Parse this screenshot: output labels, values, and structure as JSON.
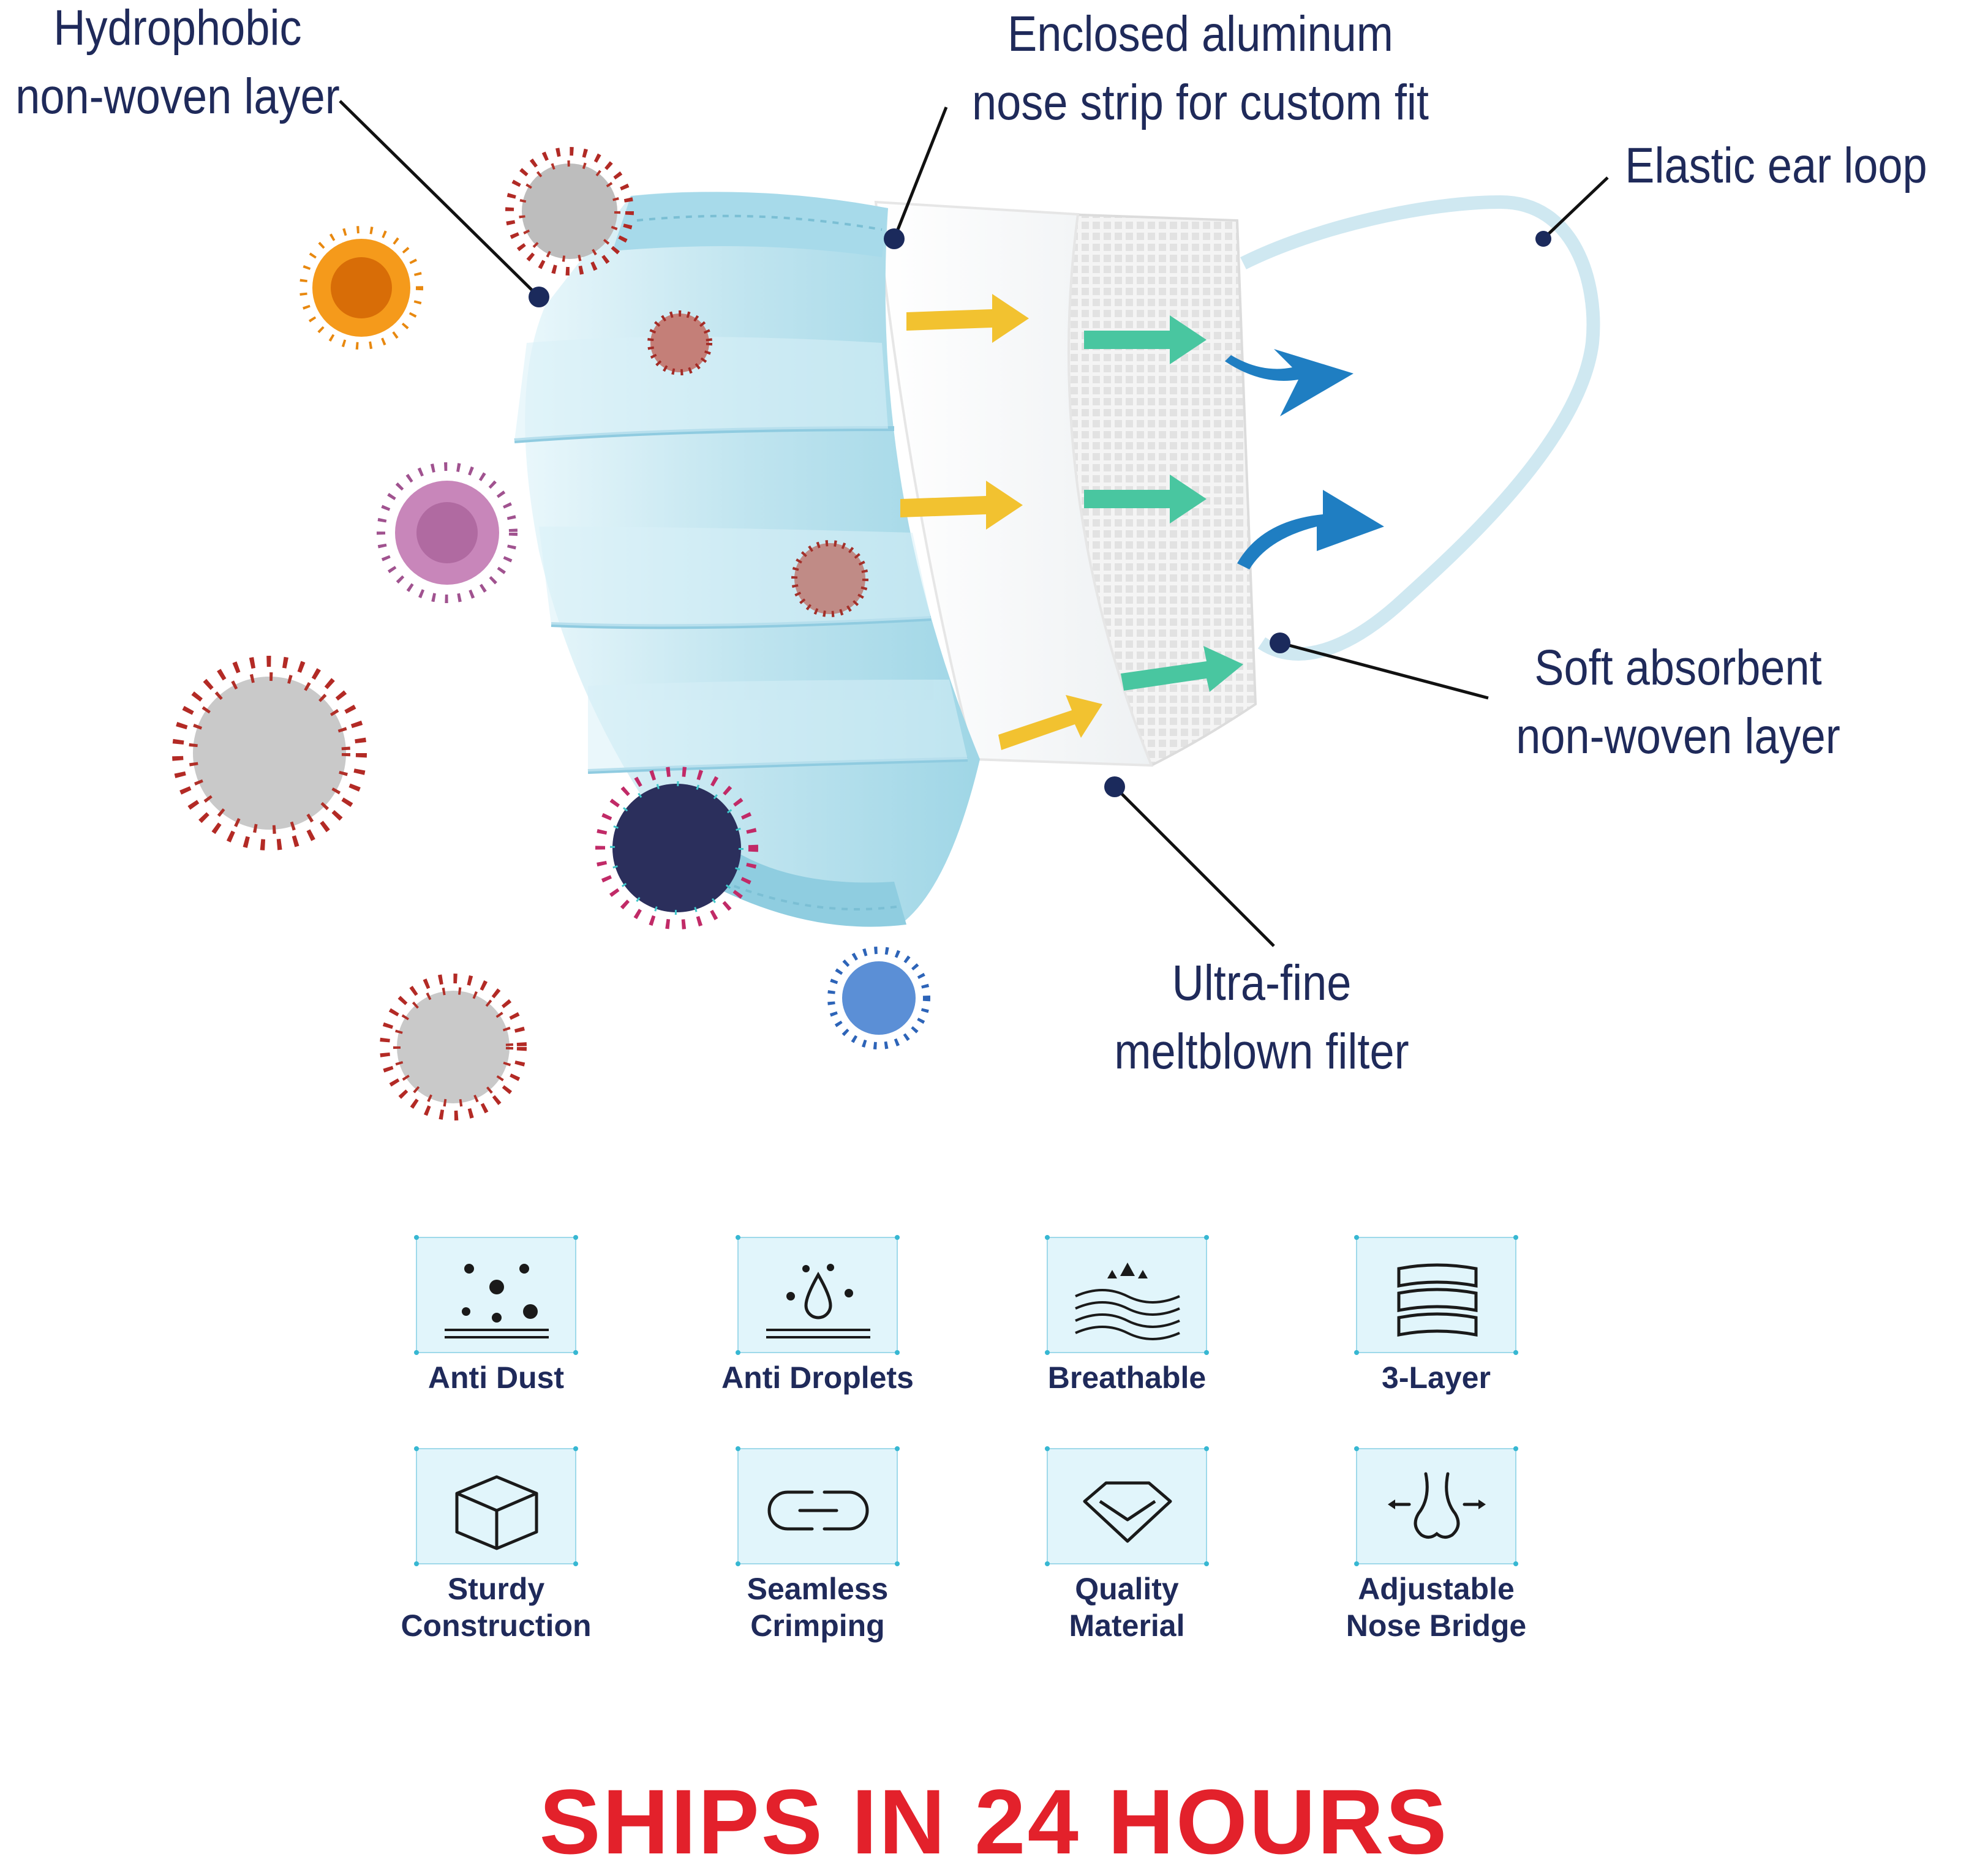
{
  "callouts": {
    "hydrophobic": [
      "Hydrophobic",
      "non-woven layer"
    ],
    "nose_strip": [
      "Enclosed aluminum",
      "nose strip for custom fit"
    ],
    "ear_loop": [
      "Elastic ear loop"
    ],
    "soft_layer": [
      "Soft absorbent",
      "non-woven layer"
    ],
    "meltblown": [
      "Ultra-fine",
      "meltblown filter"
    ]
  },
  "features": [
    {
      "icon": "particles-icon",
      "label": [
        "Anti Dust"
      ]
    },
    {
      "icon": "droplet-icon",
      "label": [
        "Anti Droplets"
      ]
    },
    {
      "icon": "breathable-waves-icon",
      "label": [
        "Breathable"
      ]
    },
    {
      "icon": "three-layer-icon",
      "label": [
        "3-Layer"
      ]
    },
    {
      "icon": "cube-icon",
      "label": [
        "Sturdy",
        "Construction"
      ]
    },
    {
      "icon": "crimp-link-icon",
      "label": [
        "Seamless",
        "Crimping"
      ]
    },
    {
      "icon": "diamond-icon",
      "label": [
        "Quality",
        "Material"
      ]
    },
    {
      "icon": "nose-icon",
      "label": [
        "Adjustable",
        "Nose Bridge"
      ]
    }
  ],
  "banner": "SHIPS IN 24 HOURS",
  "colors": {
    "text": "#1f2a5a",
    "mask_blue": "#bfe4ef",
    "mask_blue_dark": "#8fcde0",
    "arrow_yellow": "#f2c230",
    "arrow_green": "#49c6a0",
    "arrow_blue": "#1f7ec2",
    "banner_red": "#e3212b",
    "icon_box": "#e1f5fb"
  }
}
